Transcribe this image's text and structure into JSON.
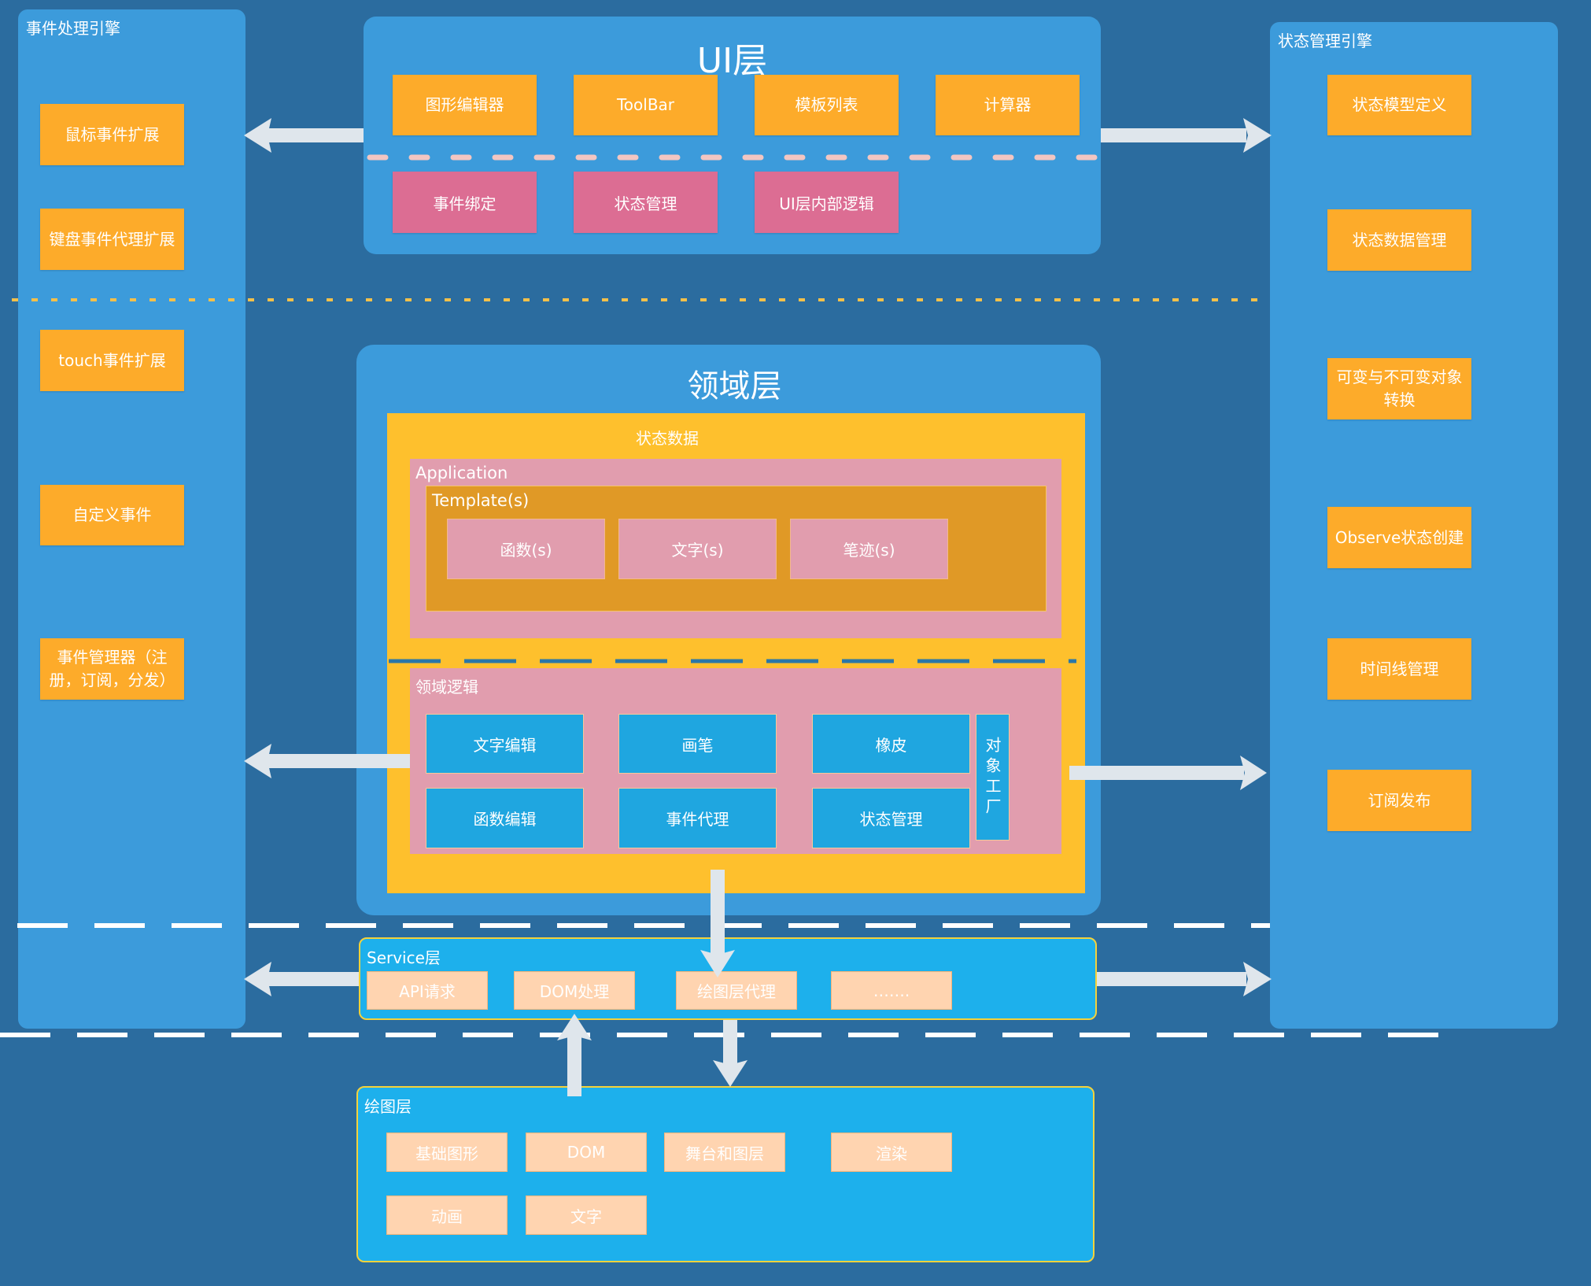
{
  "left_panel": {
    "title": "事件处理引擎",
    "items": [
      "鼠标事件扩展",
      "键盘事件代理扩展",
      "touch事件扩展",
      "自定义事件",
      "事件管理器（注册，订阅，分发）"
    ]
  },
  "right_panel": {
    "title": "状态管理引擎",
    "items": [
      "状态模型定义",
      "状态数据管理",
      "可变与不可变对象转换",
      "Observe状态创建",
      "时间线管理",
      "订阅发布"
    ]
  },
  "ui_layer": {
    "title": "UI层",
    "top_items": [
      "图形编辑器",
      "ToolBar",
      "模板列表",
      "计算器"
    ],
    "bottom_items": [
      "事件绑定",
      "状态管理",
      "UI层内部逻辑"
    ]
  },
  "domain_layer": {
    "title": "领域层",
    "state_data_label": "状态数据",
    "application_label": "Application",
    "templates_label": "Template(s)",
    "template_items": [
      "函数(s)",
      "文字(s)",
      "笔迹(s)"
    ],
    "logic_label": "领域逻辑",
    "logic_items": [
      "文字编辑",
      "画笔",
      "橡皮",
      "函数编辑",
      "事件代理",
      "状态管理"
    ],
    "object_factory": "对象工厂"
  },
  "service_layer": {
    "title": "Service层",
    "items": [
      "API请求",
      "DOM处理",
      "绘图层代理",
      "……."
    ]
  },
  "drawing_layer": {
    "title": "绘图层",
    "items": [
      "基础图形",
      "DOM",
      "舞台和图层",
      "渲染",
      "动画",
      "文字"
    ]
  },
  "colors": {
    "background": "#2b6c9f",
    "panel": "#3c9bdb",
    "orange": "#fdab2a",
    "pink": "#dc6d93",
    "cyan": "#1fa6e0",
    "yellow": "#fec02d",
    "peach": "#ffd4b0"
  }
}
